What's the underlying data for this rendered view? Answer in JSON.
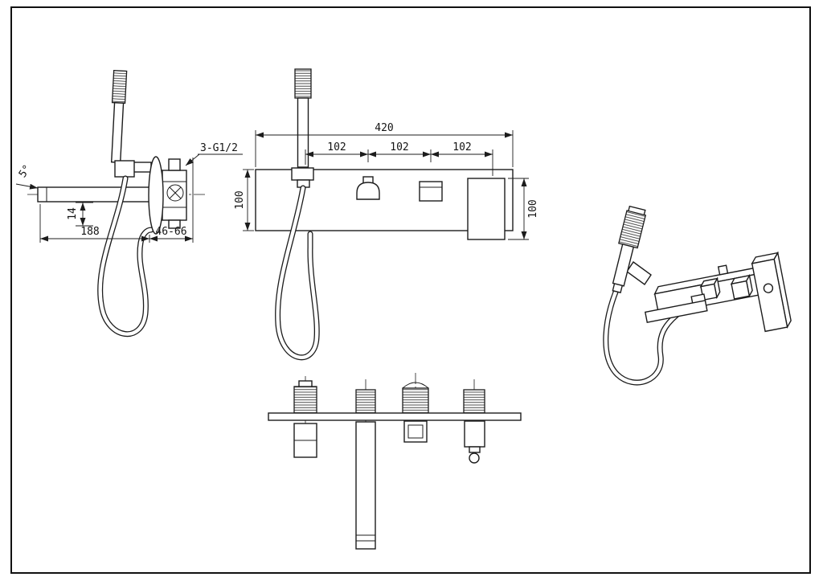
{
  "drawing": {
    "subject": "wall-mounted bath mixer with hand shower - technical drawing",
    "line_color": "#1c1c1c",
    "background": "#ffffff"
  },
  "dims": {
    "side": {
      "angle": "5°",
      "drop": "14",
      "length": "188",
      "depth": "46-66",
      "thread": "3-G1/2"
    },
    "front": {
      "width": "420",
      "pitch1": "102",
      "pitch2": "102",
      "pitch3": "102",
      "height_left": "100",
      "height_right": "100"
    }
  }
}
